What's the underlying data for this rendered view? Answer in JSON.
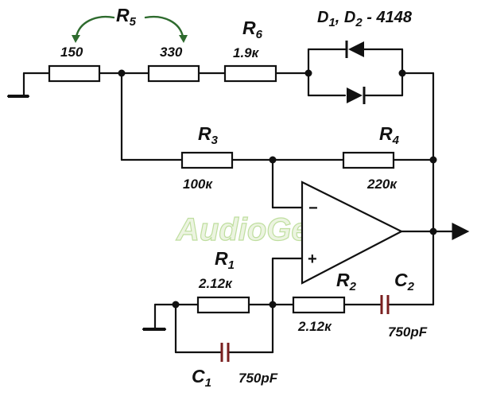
{
  "watermark": "AudioGeek.ru",
  "components": {
    "r5": {
      "ref": "R",
      "sub": "5",
      "value_left": "150",
      "value_right": "330"
    },
    "r6": {
      "ref": "R",
      "sub": "6",
      "value": "1.9к"
    },
    "diodes": {
      "text": "D1, D2 - 4148",
      "ref1": "D",
      "sub1": "1",
      "sep": ", ",
      "ref2": "D",
      "sub2": "2",
      "part": " - 4148"
    },
    "r3": {
      "ref": "R",
      "sub": "3",
      "value": "100к"
    },
    "r4": {
      "ref": "R",
      "sub": "4",
      "value": "220к"
    },
    "r1": {
      "ref": "R",
      "sub": "1",
      "value": "2.12к"
    },
    "r2": {
      "ref": "R",
      "sub": "2",
      "value": "2.12к"
    },
    "c1": {
      "ref": "C",
      "sub": "1",
      "value": "750pF"
    },
    "c2": {
      "ref": "C",
      "sub": "2",
      "value": "750pF"
    }
  },
  "opamp": {
    "minus": "−",
    "plus": "+"
  }
}
